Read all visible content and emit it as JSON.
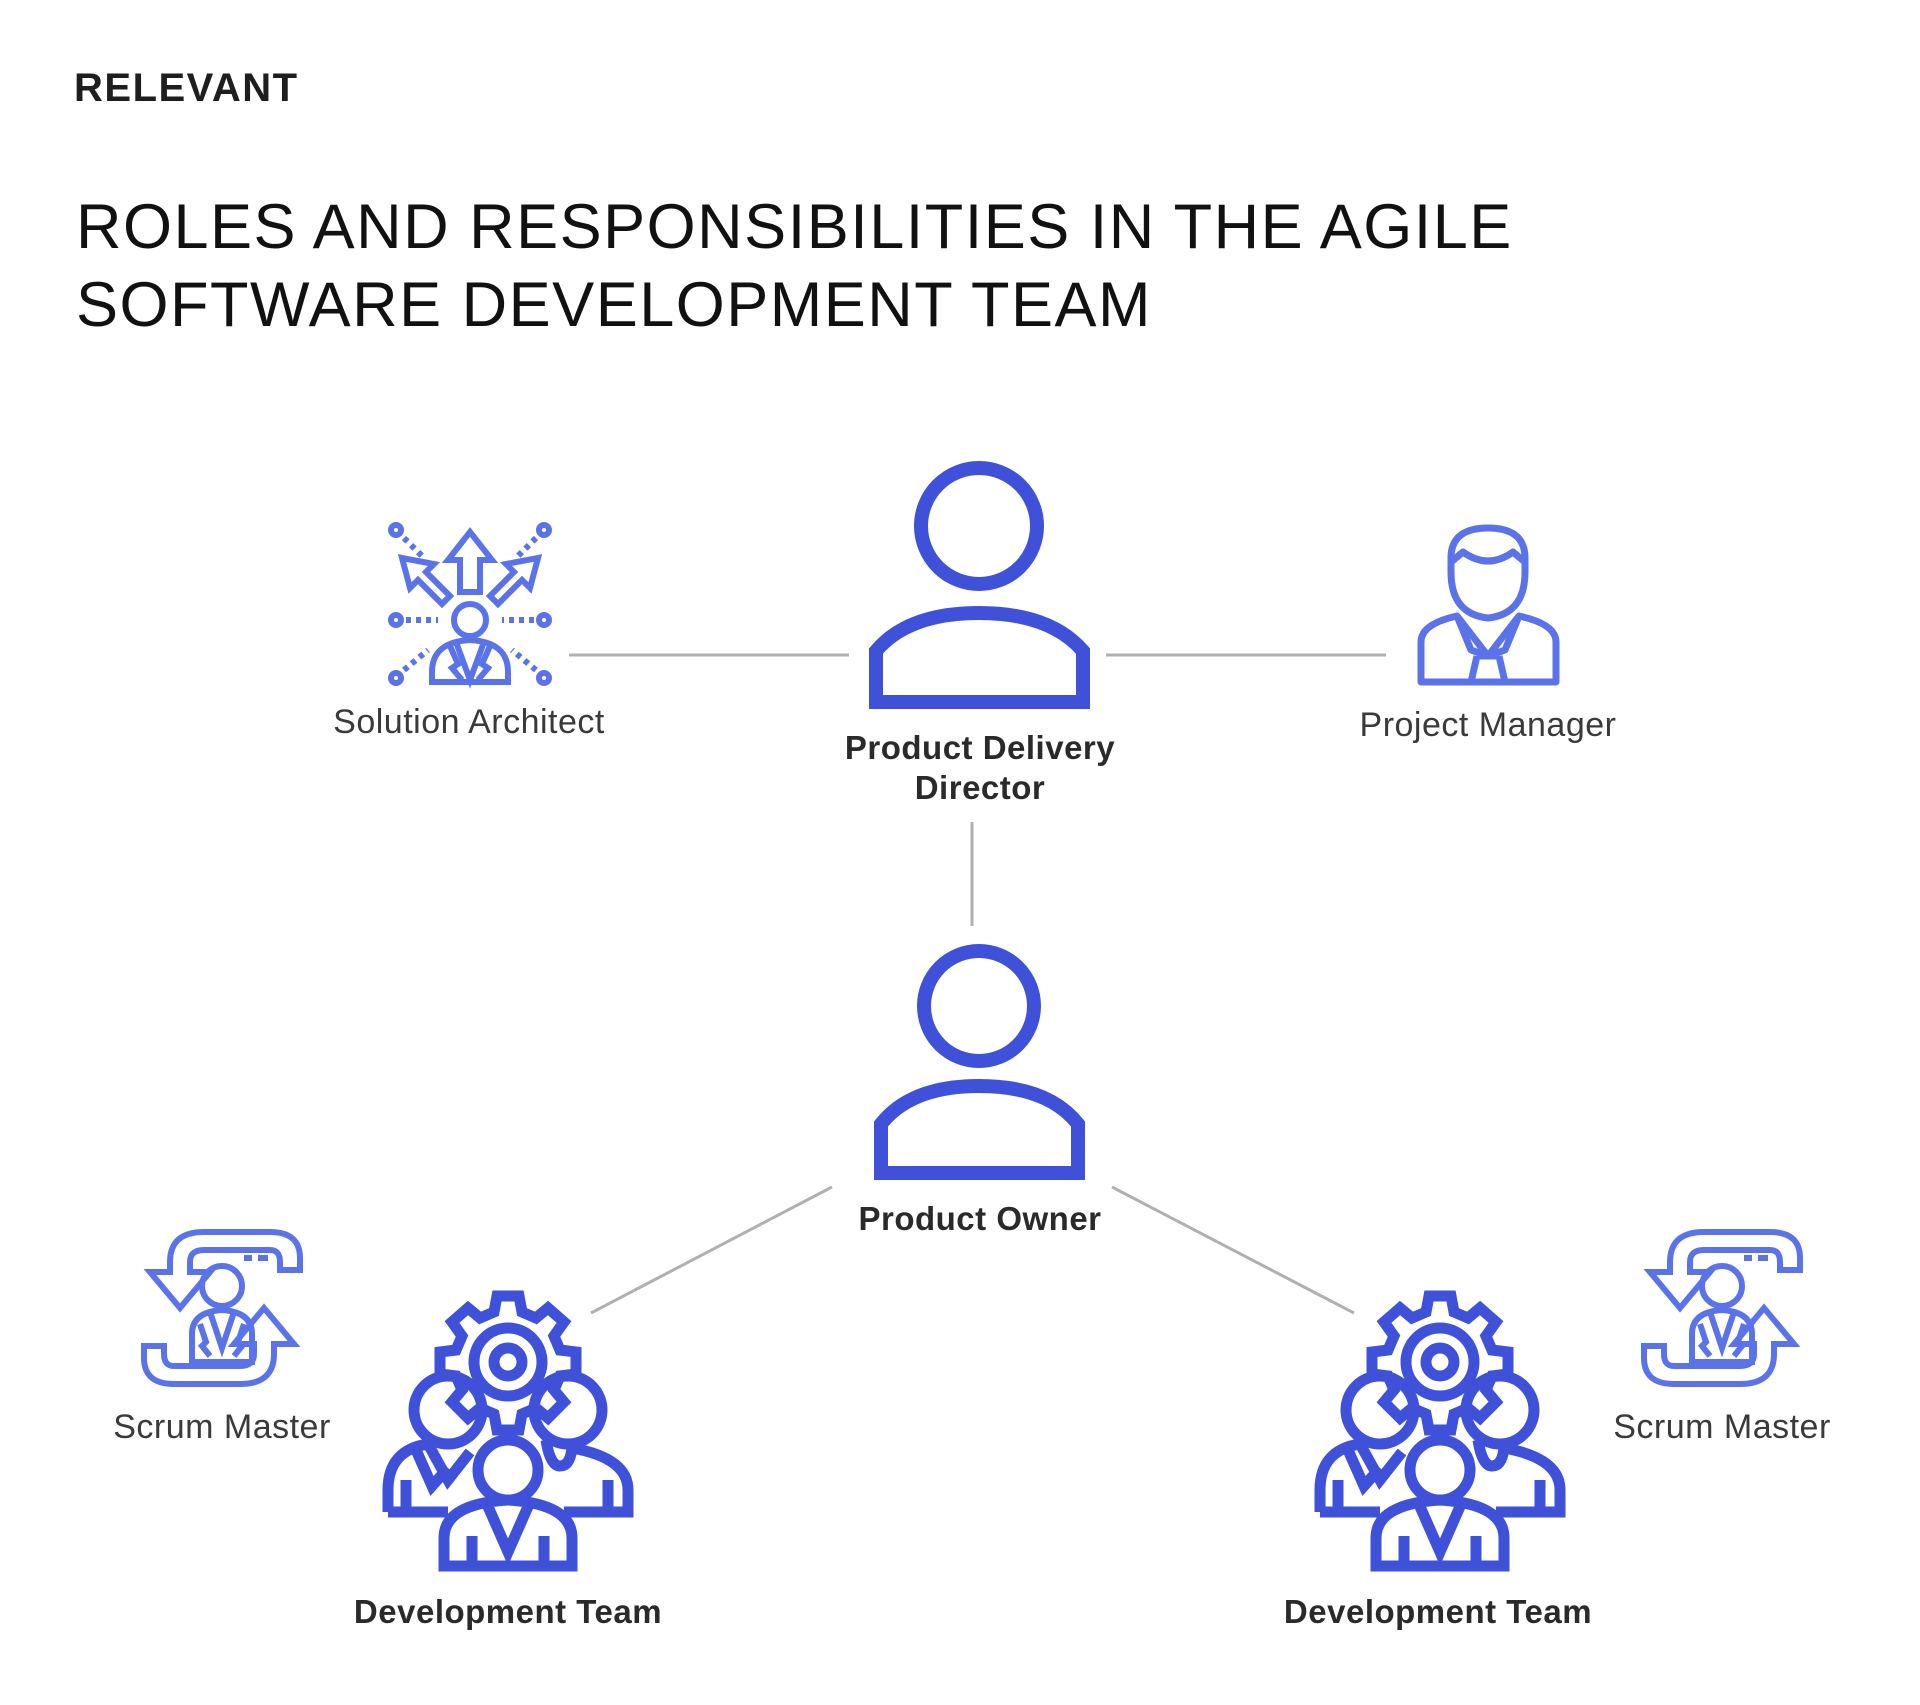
{
  "brand": {
    "logo_text": "RELEVANT"
  },
  "header": {
    "title_line1": "ROLES AND RESPONSIBILITIES IN THE AGILE",
    "title_line2": "SOFTWARE DEVELOPMENT TEAM"
  },
  "colors": {
    "primary_icon": "#3f51d8",
    "secondary_icon": "#5b73e8",
    "connector": "#b0b0b0",
    "text_dark": "#2a2a2a"
  },
  "nodes": {
    "solution_architect": {
      "label": "Solution Architect",
      "icon": "strategy-arrows-person-icon"
    },
    "product_delivery_director": {
      "label_line1": "Product Delivery",
      "label_line2": "Director",
      "icon": "person-icon"
    },
    "project_manager": {
      "label": "Project Manager",
      "icon": "businessman-tie-icon"
    },
    "product_owner": {
      "label": "Product Owner",
      "icon": "person-icon"
    },
    "scrum_master_left": {
      "label": "Scrum Master",
      "icon": "cycle-arrows-person-icon"
    },
    "development_team_left": {
      "label": "Development Team",
      "icon": "team-gear-icon"
    },
    "development_team_right": {
      "label": "Development Team",
      "icon": "team-gear-icon"
    },
    "scrum_master_right": {
      "label": "Scrum Master",
      "icon": "cycle-arrows-person-icon"
    }
  },
  "edges": [
    {
      "from": "solution_architect",
      "to": "product_delivery_director"
    },
    {
      "from": "product_delivery_director",
      "to": "project_manager"
    },
    {
      "from": "product_delivery_director",
      "to": "product_owner"
    },
    {
      "from": "product_owner",
      "to": "development_team_left"
    },
    {
      "from": "product_owner",
      "to": "development_team_right"
    }
  ]
}
